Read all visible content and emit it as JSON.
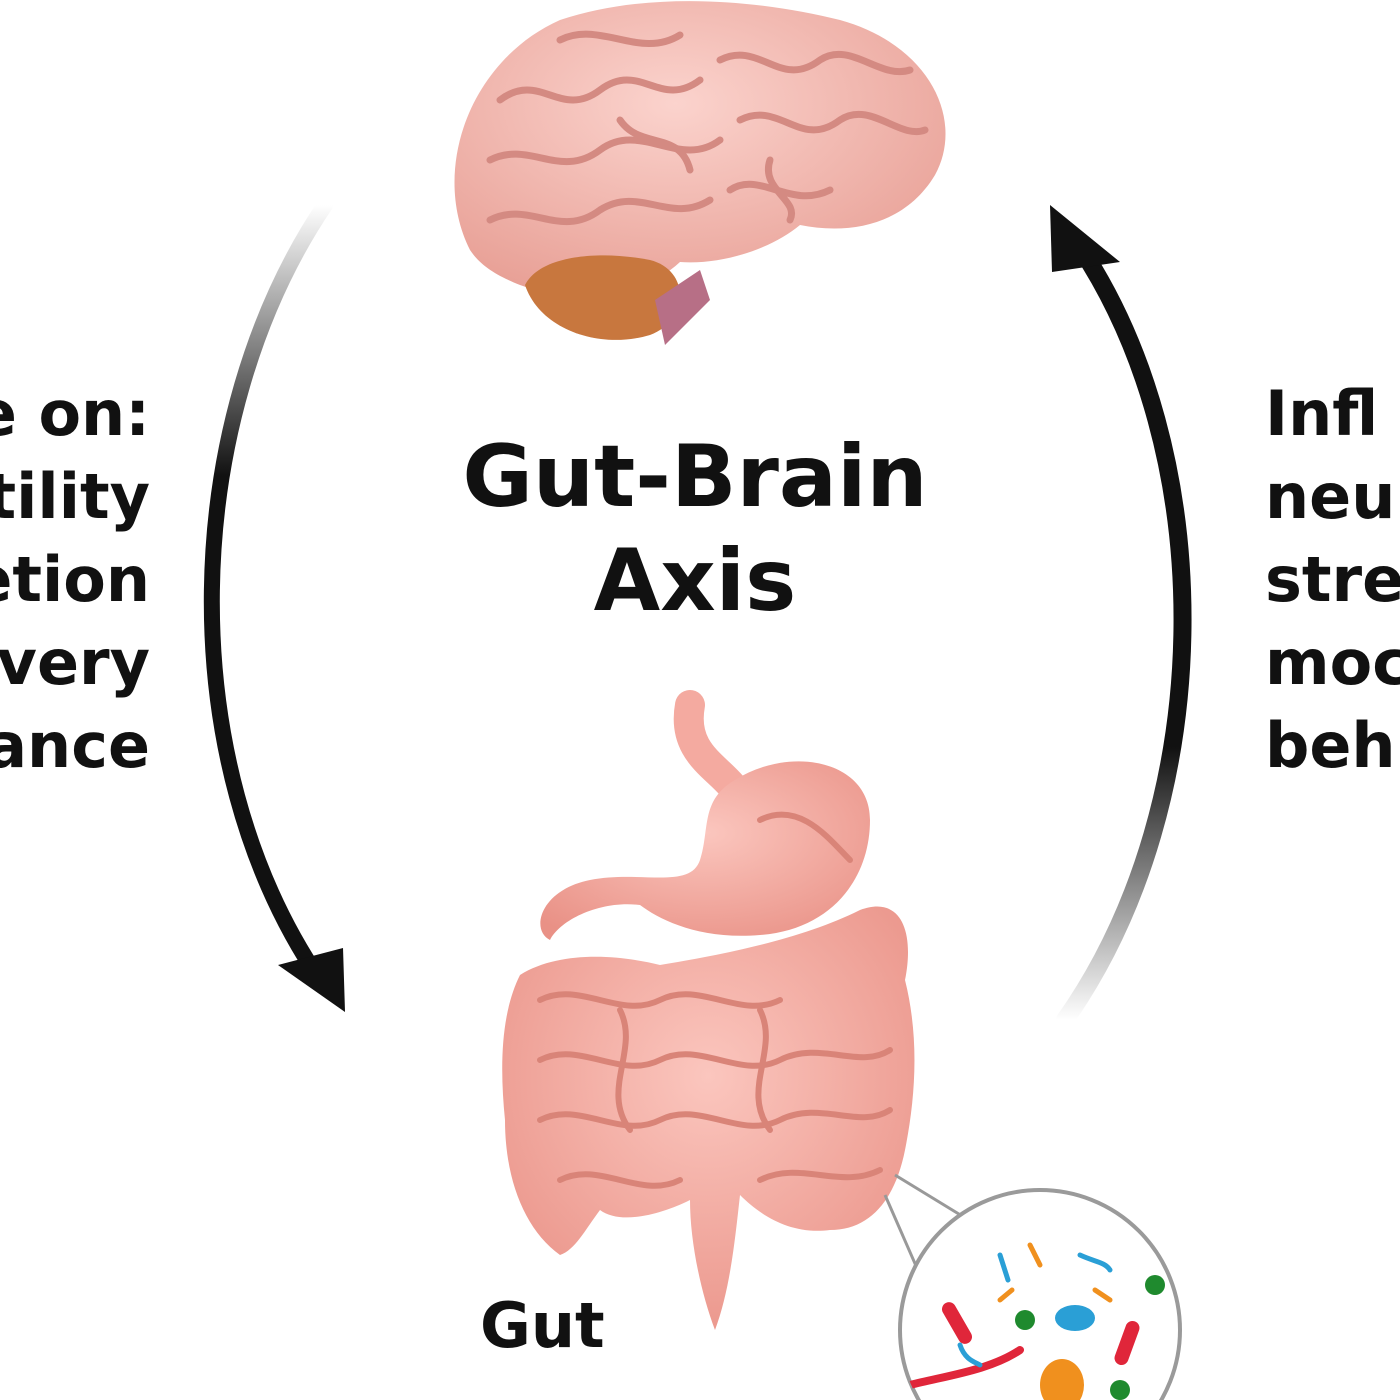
{
  "title": {
    "line1": "Gut-Brain",
    "line2": "Axis"
  },
  "left_list": [
    "e on:",
    "tility",
    "etion",
    "very",
    "ance"
  ],
  "right_list": [
    "Infl",
    "neu",
    "stre",
    "moc",
    "beh"
  ],
  "gut_label": "Gut",
  "colors": {
    "arrow": "#111111",
    "brain": "#f2b4ab",
    "brain_fold": "#d48a82",
    "cerebellum": "#c8773e",
    "gut": "#f4aaa0",
    "gut_fold": "#d98478",
    "microbe_red": "#e0263a",
    "microbe_green": "#1f8a2e",
    "microbe_blue": "#2a9fd6",
    "microbe_orange": "#f0901e"
  },
  "icons": [
    "brain-illustration",
    "gut-illustration",
    "microbiota-magnifier-icon",
    "arrow-down-icon",
    "arrow-up-icon"
  ]
}
